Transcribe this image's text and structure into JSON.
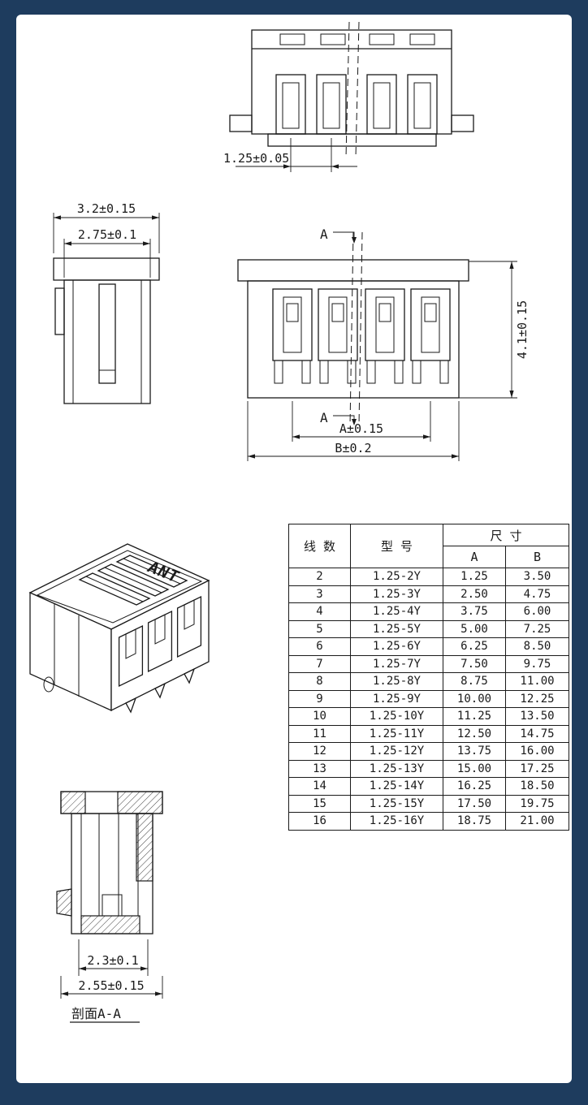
{
  "sheet": {
    "background_color": "#1e3c5e",
    "paper_color": "#ffffff",
    "line_color": "#1a1a1a"
  },
  "views": {
    "top": {
      "dim_pitch": "1.25±0.05"
    },
    "side": {
      "dim_outer_width": "3.2±0.15",
      "dim_inner_width": "2.75±0.1"
    },
    "front": {
      "section_label_top": "A",
      "section_label_bottom": "A",
      "dim_height": "4.1±0.15",
      "dim_span_a": "A±0.15",
      "dim_span_b": "B±0.2"
    },
    "iso": {
      "brand": "ANT"
    },
    "section": {
      "dim_inner_width": "2.3±0.1",
      "dim_outer_width": "2.55±0.15",
      "caption": "剖面A-A"
    }
  },
  "table": {
    "header": {
      "wires": "线 数",
      "model": "型 号",
      "size": "尺 寸",
      "a": "A",
      "b": "B"
    },
    "rows": [
      {
        "wires": "2",
        "model": "1.25-2Y",
        "a": "1.25",
        "b": "3.50"
      },
      {
        "wires": "3",
        "model": "1.25-3Y",
        "a": "2.50",
        "b": "4.75"
      },
      {
        "wires": "4",
        "model": "1.25-4Y",
        "a": "3.75",
        "b": "6.00"
      },
      {
        "wires": "5",
        "model": "1.25-5Y",
        "a": "5.00",
        "b": "7.25"
      },
      {
        "wires": "6",
        "model": "1.25-6Y",
        "a": "6.25",
        "b": "8.50"
      },
      {
        "wires": "7",
        "model": "1.25-7Y",
        "a": "7.50",
        "b": "9.75"
      },
      {
        "wires": "8",
        "model": "1.25-8Y",
        "a": "8.75",
        "b": "11.00"
      },
      {
        "wires": "9",
        "model": "1.25-9Y",
        "a": "10.00",
        "b": "12.25"
      },
      {
        "wires": "10",
        "model": "1.25-10Y",
        "a": "11.25",
        "b": "13.50"
      },
      {
        "wires": "11",
        "model": "1.25-11Y",
        "a": "12.50",
        "b": "14.75"
      },
      {
        "wires": "12",
        "model": "1.25-12Y",
        "a": "13.75",
        "b": "16.00"
      },
      {
        "wires": "13",
        "model": "1.25-13Y",
        "a": "15.00",
        "b": "17.25"
      },
      {
        "wires": "14",
        "model": "1.25-14Y",
        "a": "16.25",
        "b": "18.50"
      },
      {
        "wires": "15",
        "model": "1.25-15Y",
        "a": "17.50",
        "b": "19.75"
      },
      {
        "wires": "16",
        "model": "1.25-16Y",
        "a": "18.75",
        "b": "21.00"
      }
    ]
  }
}
